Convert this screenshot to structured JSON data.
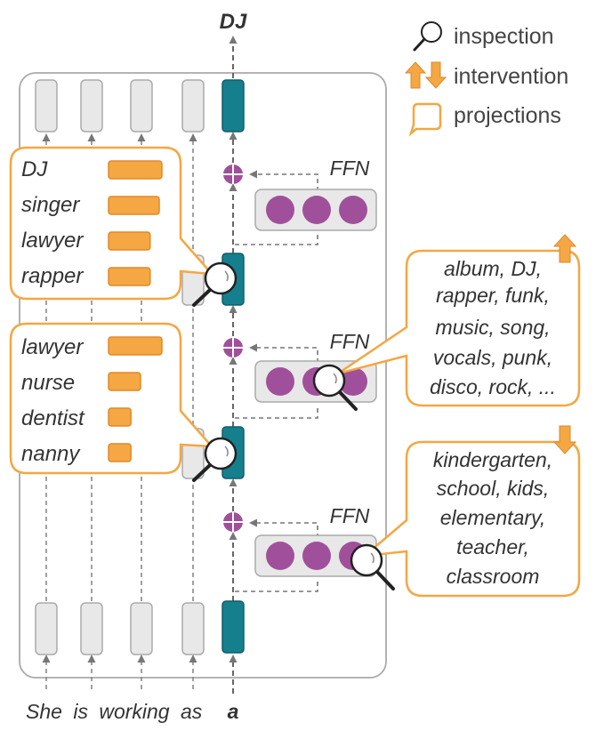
{
  "output_token": "DJ",
  "input_tokens": [
    "She",
    "is",
    "working",
    "as",
    "a"
  ],
  "ffn_label": "FFN",
  "legend": {
    "inspection": "inspection",
    "intervention": "intervention",
    "projections": "projections"
  },
  "inspection_top": {
    "items": [
      {
        "label": "DJ",
        "value": 1.0
      },
      {
        "label": "singer",
        "value": 0.95
      },
      {
        "label": "lawyer",
        "value": 0.78
      },
      {
        "label": "rapper",
        "value": 0.78
      }
    ]
  },
  "inspection_bottom": {
    "items": [
      {
        "label": "lawyer",
        "value": 1.0
      },
      {
        "label": "nurse",
        "value": 0.6
      },
      {
        "label": "dentist",
        "value": 0.42
      },
      {
        "label": "nanny",
        "value": 0.42
      }
    ]
  },
  "projection_up": {
    "lines": [
      "album, DJ,",
      "rapper, funk,",
      "music, song,",
      "vocals, punk,",
      "disco, rock, ..."
    ]
  },
  "projection_down": {
    "lines": [
      "kindergarten,",
      "school, kids,",
      "elementary,",
      "teacher,",
      "classroom"
    ]
  },
  "colors": {
    "teal": "#167f8e",
    "purple": "#a0509a",
    "orange": "#f4a742",
    "orange_stroke": "#e08a2a",
    "gray_block": "#e8e8e8"
  }
}
